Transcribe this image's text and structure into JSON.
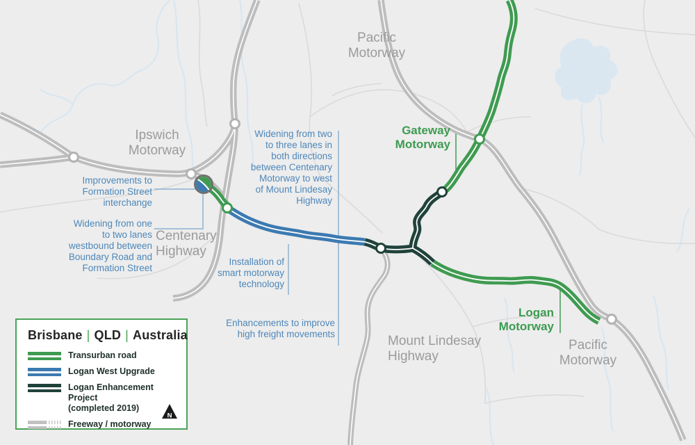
{
  "road_labels": {
    "pacific_north": "Pacific\nMotorway",
    "ipswich": "Ipswich\nMotorway",
    "centenary": "Centenary\nHighway",
    "mount_lindesay": "Mount Lindesay\nHighway",
    "pacific_south": "Pacific\nMotorway",
    "gateway": "Gateway\nMotorway",
    "logan": "Logan\nMotorway"
  },
  "annotations": {
    "formation_interchange": "Improvements to\nFormation Street\ninterchange",
    "widening_one_two": "Widening from one\nto two lanes\nwestbound between\nBoundary Road and\nFormation Street",
    "widening_two_three": "Widening from two\nto three lanes in\nboth directions\nbetween Centenary\nMotorway to west\nof Mount Lindesay\nHighway",
    "smart_motorway": "Installation of\nsmart motorway\ntechnology",
    "freight": "Enhancements to improve\nhigh freight movements"
  },
  "legend": {
    "title": {
      "city": "Brisbane",
      "separator": "|",
      "state": "QLD",
      "country": "Australia"
    },
    "items": [
      {
        "label": "Transurban road",
        "color": "#3f9b51"
      },
      {
        "label": "Logan West Upgrade",
        "color": "#3c7ab1"
      },
      {
        "label": "Logan Enhancement Project\n(completed 2019)",
        "color": "#20423a"
      },
      {
        "label": "Freeway / motorway",
        "color": "#bdbdbd"
      }
    ],
    "north_label": "N"
  },
  "colors": {
    "background": "#ededed",
    "freeway_gray": "#bdbdbd",
    "minor_road": "#dadada",
    "water": "#d9e6f0",
    "transurban_green": "#3f9b51",
    "logan_west_blue": "#3c7ab1",
    "enhancement_dark_green": "#20423a",
    "gray_label": "#9b9b9b",
    "annotation_blue": "#4d87ba",
    "legend_border_green": "#4aa257"
  }
}
